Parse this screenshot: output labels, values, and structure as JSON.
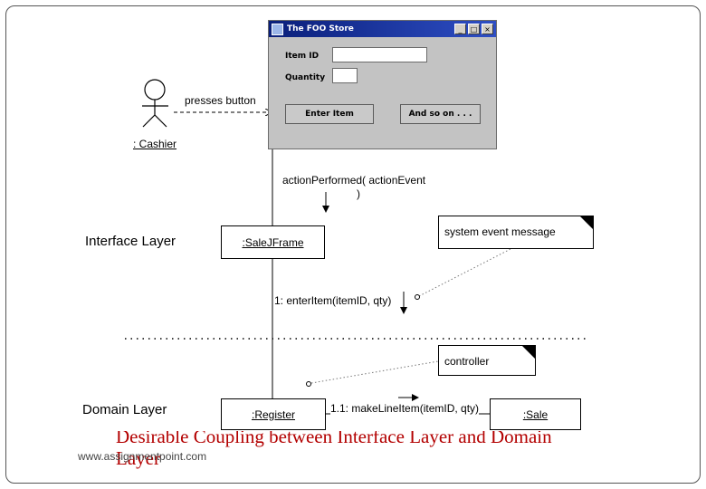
{
  "window": {
    "title": "The FOO Store",
    "controls": [
      "_",
      "□",
      "×"
    ],
    "item_id_label": "Item ID",
    "item_id_value": "",
    "quantity_label": "Quantity",
    "quantity_value": "",
    "enter_item_label": "Enter Item",
    "and_so_on_label": "And so on . . ."
  },
  "diagram": {
    "actor_label": ": Cashier",
    "presses_button": "presses button",
    "action_performed_1": "actionPerformed( actionEvent",
    "action_performed_2": ")",
    "interface_layer": "Interface Layer",
    "domain_layer": "Domain Layer",
    "salejframe": ":SaleJFrame",
    "register": ":Register",
    "sale": ":Sale",
    "system_event_note": "system event message",
    "controller_note": "controller",
    "enter_item_msg": "1: enterItem(itemID, qty)",
    "make_line_item_msg": "1.1: makeLineItem(itemID, qty)"
  },
  "overlay": {
    "title_line1": "Desirable Coupling between Interface Layer and Domain",
    "title_line2": "Layer",
    "watermark": "www.assignmentpoint.com"
  }
}
